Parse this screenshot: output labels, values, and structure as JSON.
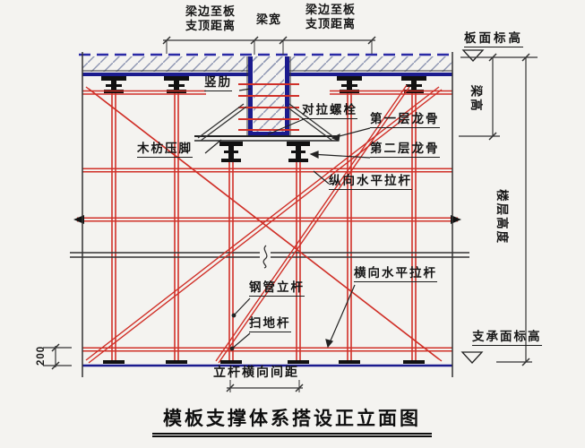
{
  "title": "模板支撑体系搭设正立面图",
  "labels": {
    "top_left_dim": "梁边至板\n支顶距离",
    "beam_width": "梁宽",
    "top_right_dim": "梁边至板\n支顶距离",
    "vertical_rib": "竖肋",
    "tie_bolt": "对拉螺栓",
    "first_layer_joist": "第一层龙骨",
    "second_layer_joist": "第二层龙骨",
    "longitudinal_tube": "纵向水平拉杆",
    "transverse_tube": "横向水平拉杆",
    "wood_batten_foot": "木枋压脚",
    "steel_pipe_pole": "钢管立杆",
    "sweeping_rod": "扫地杆",
    "pole_spacing": "立杆横向间距",
    "slab_elevation": "板面标高",
    "beam_height": "梁高",
    "floor_height": "楼层高度",
    "support_elevation": "支承面标高",
    "dim_200": "200"
  },
  "colors": {
    "scaffold_red": "#d03028",
    "formwork_navy": "#1b1b8e",
    "line_black": "#222222",
    "hatch_gray_blue": "#8d96b2",
    "background": "#f4f3f0"
  }
}
